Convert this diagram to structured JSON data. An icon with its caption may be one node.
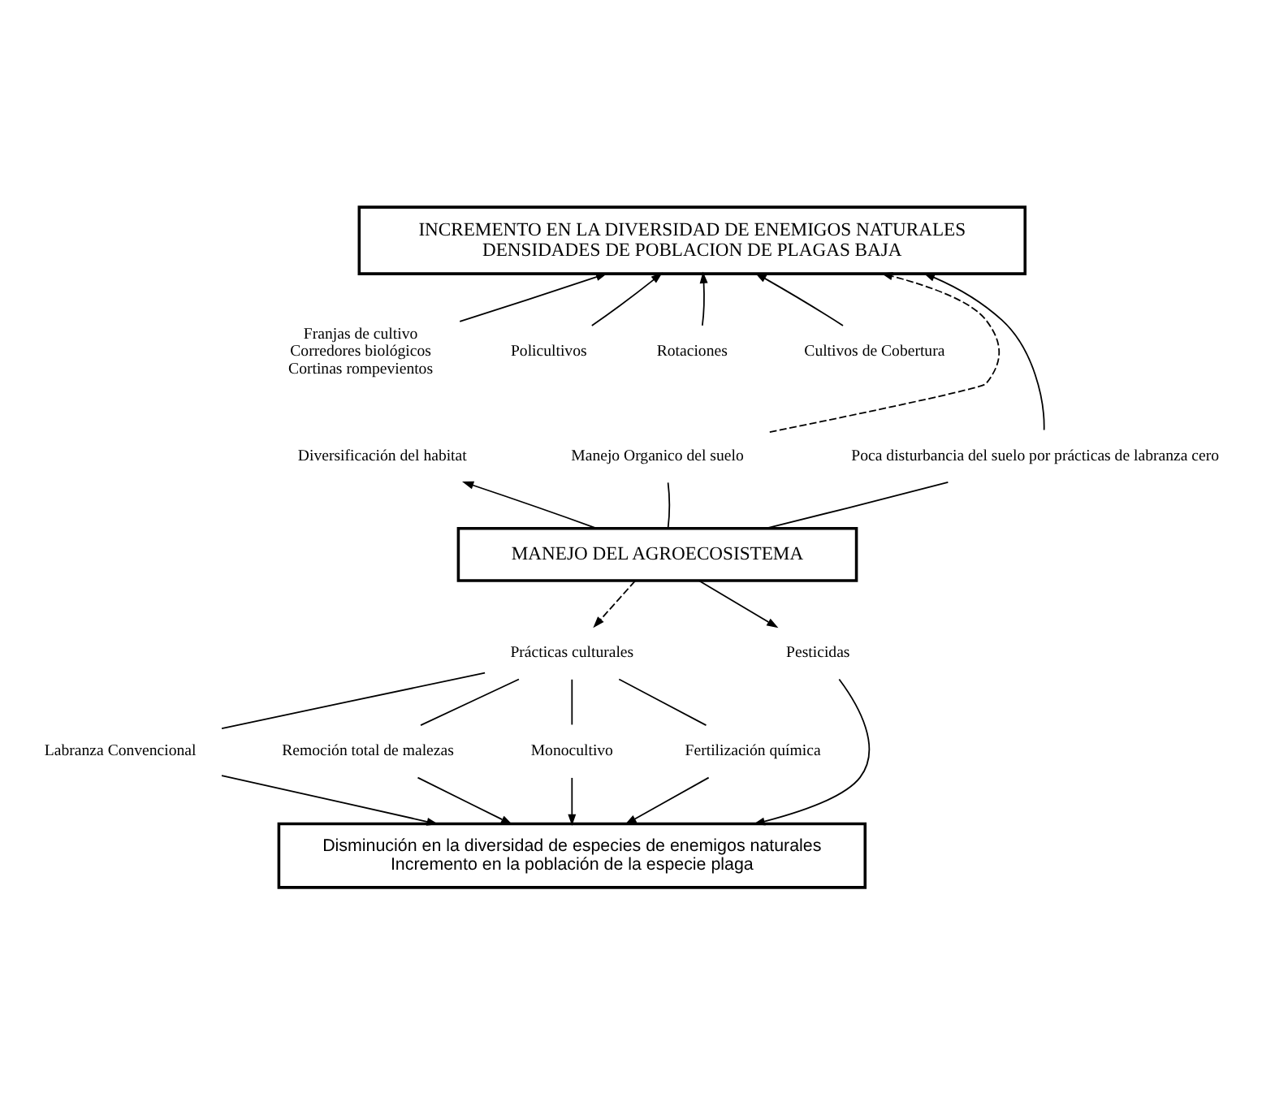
{
  "diagram": {
    "nodes": [
      {
        "text": [
          "INCREMENTO EN LA DIVERSIDAD DE ENEMIGOS NATURALES",
          "DENSIDADES DE POBLACION DE PLAGAS BAJA"
        ]
      },
      {
        "text": [
          "Franjas de cultivo",
          "Corredores biológicos",
          "Cortinas rompevientos"
        ]
      },
      {
        "text": [
          "Policultivos"
        ]
      },
      {
        "text": [
          "Rotaciones"
        ]
      },
      {
        "text": [
          "Cultivos de Cobertura"
        ]
      },
      {
        "text": [
          "Manejo Organico del suelo"
        ]
      },
      {
        "text": [
          "Poca disturbancia del suelo por prácticas de labranza cero"
        ]
      },
      {
        "text": [
          "Diversificación del habitat"
        ]
      },
      {
        "text": [
          "MANEJO DEL AGROECOSISTEMA"
        ]
      },
      {
        "text": [
          "Prácticas culturales"
        ]
      },
      {
        "text": [
          "Pesticidas"
        ]
      },
      {
        "text": [
          "Labranza Convencional"
        ]
      },
      {
        "text": [
          "Remoción total de malezas"
        ]
      },
      {
        "text": [
          "Monocultivo"
        ]
      },
      {
        "text": [
          "Fertilización química"
        ]
      },
      {
        "text": [
          "Disminución en la diversidad de especies de enemigos naturales",
          "Incremento en la población de la especie plaga"
        ]
      }
    ],
    "edges": [
      {
        "from": 1,
        "to": 0,
        "arrow": "to"
      },
      {
        "from": 2,
        "to": 0,
        "arrow": "to"
      },
      {
        "from": 3,
        "to": 0,
        "arrow": "to"
      },
      {
        "from": 4,
        "to": 0,
        "arrow": "to"
      },
      {
        "from": 5,
        "to": 0,
        "arrow": "to",
        "style": "dashed"
      },
      {
        "from": 6,
        "to": 0,
        "arrow": "to"
      },
      {
        "from": 8,
        "to": 7,
        "arrow": "to"
      },
      {
        "from": 8,
        "to": 5,
        "arrow": "none"
      },
      {
        "from": 8,
        "to": 6,
        "arrow": "none"
      },
      {
        "from": 8,
        "to": 9,
        "arrow": "to",
        "style": "dashed"
      },
      {
        "from": 8,
        "to": 10,
        "arrow": "to"
      },
      {
        "from": 9,
        "to": 11,
        "arrow": "none"
      },
      {
        "from": 9,
        "to": 12,
        "arrow": "none"
      },
      {
        "from": 9,
        "to": 13,
        "arrow": "none"
      },
      {
        "from": 9,
        "to": 14,
        "arrow": "none"
      },
      {
        "from": 11,
        "to": 15,
        "arrow": "to"
      },
      {
        "from": 12,
        "to": 15,
        "arrow": "to"
      },
      {
        "from": 13,
        "to": 15,
        "arrow": "to"
      },
      {
        "from": 14,
        "to": 15,
        "arrow": "to"
      },
      {
        "from": 10,
        "to": 15,
        "arrow": "to"
      }
    ]
  }
}
